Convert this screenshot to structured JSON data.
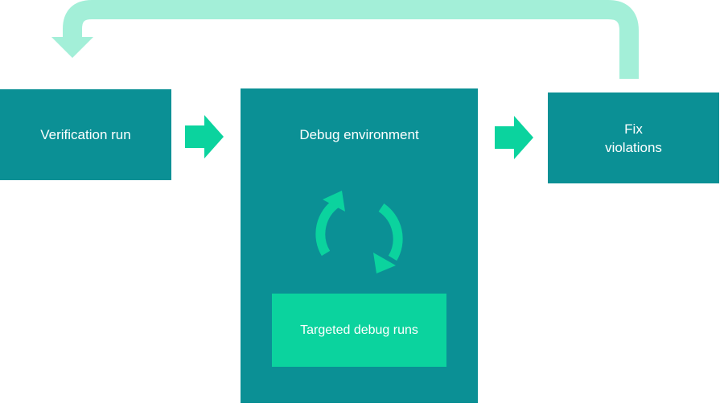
{
  "nodes": {
    "verification_run": "Verification run",
    "debug_environment": "Debug environment",
    "targeted_debug_runs": "Targeted debug runs",
    "fix_violations": "Fix\nviolations"
  },
  "icons": {
    "forward_arrow": "right-arrow-icon",
    "cycle": "refresh-cycle-icon",
    "feedback_loop": "loop-back-arrow"
  },
  "colors": {
    "box": "#0b9095",
    "accent": "#0bd39e",
    "loop_arrow": "#a3efd8",
    "text": "#ffffff"
  }
}
